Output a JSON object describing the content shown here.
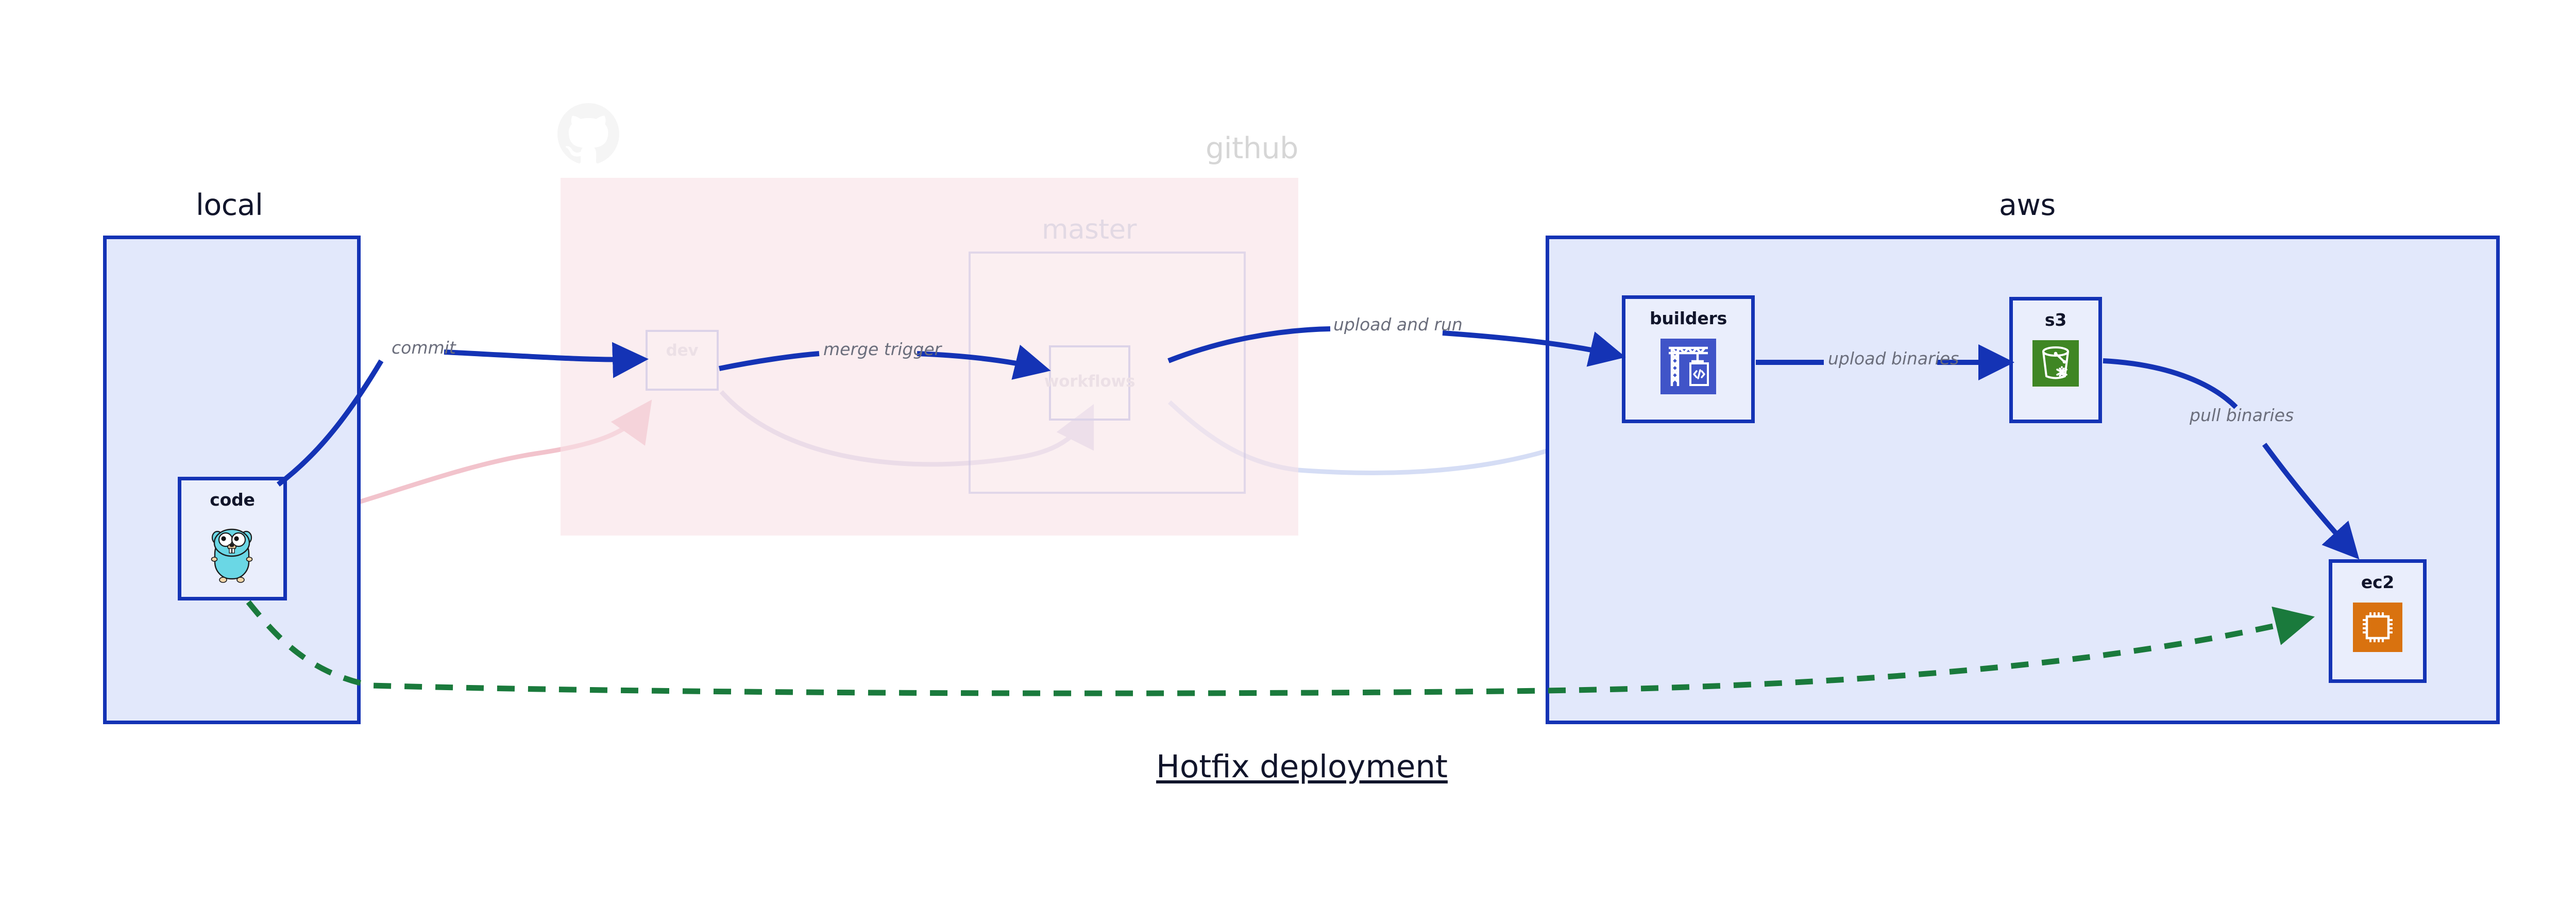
{
  "title": "Hotfix deployment",
  "groups": [
    {
      "id": "local",
      "label": "local"
    },
    {
      "id": "github",
      "label": "github"
    },
    {
      "id": "master",
      "label": "master"
    },
    {
      "id": "aws",
      "label": "aws"
    }
  ],
  "nodes": [
    {
      "id": "code",
      "label": "code",
      "icon": "go-gopher-icon"
    },
    {
      "id": "dev",
      "label": "dev",
      "icon": "none"
    },
    {
      "id": "workflows",
      "label": "workflows",
      "icon": "none"
    },
    {
      "id": "builders",
      "label": "builders",
      "icon": "aws-codebuild-icon"
    },
    {
      "id": "s3",
      "label": "s3",
      "icon": "aws-s3-glacier-bucket-icon"
    },
    {
      "id": "ec2",
      "label": "ec2",
      "icon": "aws-ec2-chip-icon"
    }
  ],
  "edges": [
    {
      "id": "commit",
      "label": "commit",
      "from": "code",
      "to": "dev",
      "style": "solid",
      "color": "#1433b5"
    },
    {
      "id": "merge-trigger",
      "label": "merge trigger",
      "from": "dev",
      "to": "workflows",
      "style": "solid",
      "color": "#1433b5"
    },
    {
      "id": "upload-and-run",
      "label": "upload and run",
      "from": "workflows",
      "to": "builders",
      "style": "solid",
      "color": "#1433b5"
    },
    {
      "id": "upload-binaries",
      "label": "upload binaries",
      "from": "builders",
      "to": "s3",
      "style": "solid",
      "color": "#1433b5"
    },
    {
      "id": "pull-binaries",
      "label": "pull binaries",
      "from": "s3",
      "to": "ec2",
      "style": "solid",
      "color": "#1433b5"
    },
    {
      "id": "hotfix",
      "label": "",
      "from": "code",
      "to": "ec2",
      "style": "dashed",
      "color": "#1a7a3c"
    }
  ],
  "colors": {
    "accent_blue": "#1433b5",
    "cloud_fill": "#e2e8fb",
    "node_fill": "#eaeefc",
    "repo_fill": "#f9e2e7",
    "hotfix_green": "#1a7a3c",
    "label_gray": "#6b6e7c",
    "codebuild_purple": "#4054c8",
    "s3_green": "#3f8624",
    "ec2_orange": "#d9720f",
    "gopher_cyan": "#6ad7e5",
    "text_dark": "#11152b"
  }
}
